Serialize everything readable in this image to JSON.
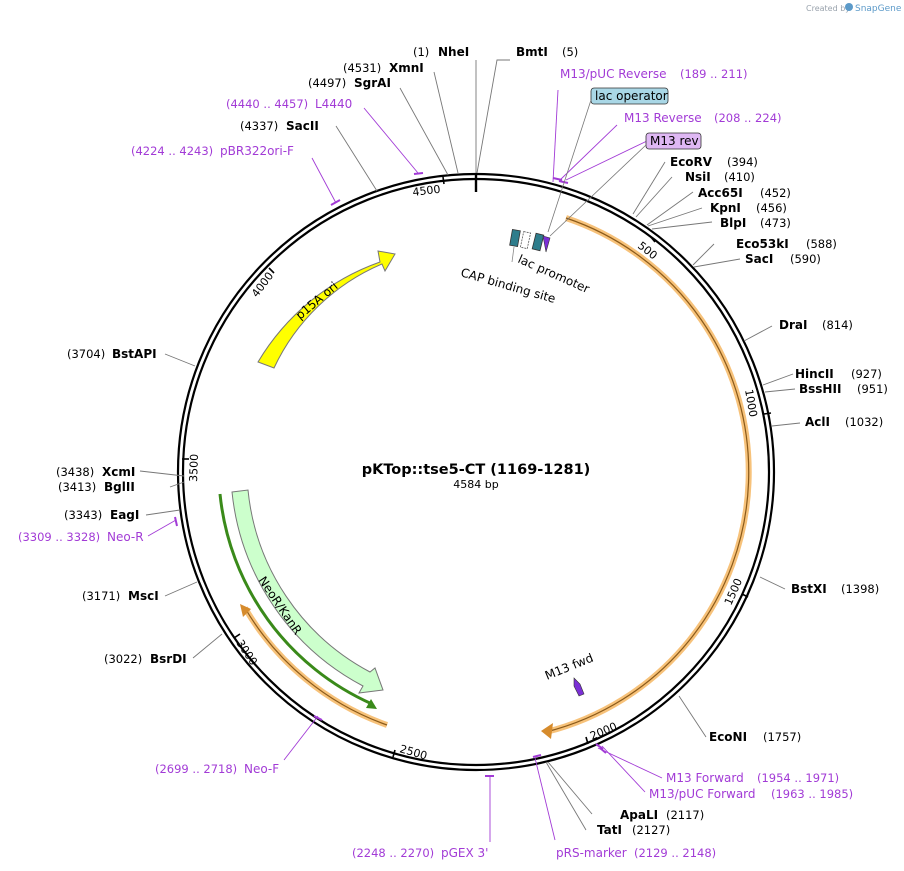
{
  "credit": {
    "prefix": "Created by",
    "brand": "SnapGene"
  },
  "plasmid": {
    "name": "pKTop::tse5-CT (1169-1281)",
    "size": "4584 bp"
  },
  "colors": {
    "primer": "#a23bd6",
    "backbone": "#000000",
    "orf": "#f7c27a",
    "p15A": "#ffff00",
    "neo": "#ccffcc"
  },
  "ring_ticks": [
    "500",
    "1000",
    "1500",
    "2000",
    "2500",
    "3000",
    "3500",
    "4000",
    "4500"
  ],
  "enzymes": [
    {
      "name": "NheI",
      "pos": "(1)"
    },
    {
      "name": "BmtI",
      "pos": "(5)"
    },
    {
      "name": "XmnI",
      "pos": "(4531)"
    },
    {
      "name": "SgrAI",
      "pos": "(4497)"
    },
    {
      "name": "SacII",
      "pos": "(4337)"
    },
    {
      "name": "EcoRV",
      "pos": "(394)"
    },
    {
      "name": "NsiI",
      "pos": "(410)"
    },
    {
      "name": "Acc65I",
      "pos": "(452)"
    },
    {
      "name": "KpnI",
      "pos": "(456)"
    },
    {
      "name": "BlpI",
      "pos": "(473)"
    },
    {
      "name": "Eco53kI",
      "pos": "(588)"
    },
    {
      "name": "SacI",
      "pos": "(590)"
    },
    {
      "name": "DraI",
      "pos": "(814)"
    },
    {
      "name": "HincII",
      "pos": "(927)"
    },
    {
      "name": "BssHII",
      "pos": "(951)"
    },
    {
      "name": "AclI",
      "pos": "(1032)"
    },
    {
      "name": "BstXI",
      "pos": "(1398)"
    },
    {
      "name": "EcoNI",
      "pos": "(1757)"
    },
    {
      "name": "ApaLI",
      "pos": "(2117)"
    },
    {
      "name": "TatI",
      "pos": "(2127)"
    },
    {
      "name": "BstAPI",
      "pos": "(3704)"
    },
    {
      "name": "XcmI",
      "pos": "(3438)"
    },
    {
      "name": "BglII",
      "pos": "(3413)"
    },
    {
      "name": "EagI",
      "pos": "(3343)"
    },
    {
      "name": "MscI",
      "pos": "(3171)"
    },
    {
      "name": "BsrDI",
      "pos": "(3022)"
    }
  ],
  "primers": [
    {
      "name": "M13/pUC Reverse",
      "range": "(189 .. 211)"
    },
    {
      "name": "M13 Reverse",
      "range": "(208 .. 224)"
    },
    {
      "name": "L4440",
      "range": "(4440 .. 4457)"
    },
    {
      "name": "pBR322ori-F",
      "range": "(4224 .. 4243)"
    },
    {
      "name": "Neo-R",
      "range": "(3309 .. 3328)"
    },
    {
      "name": "Neo-F",
      "range": "(2699 .. 2718)"
    },
    {
      "name": "pGEX 3'",
      "range": "(2248 .. 2270)"
    },
    {
      "name": "pRS-marker",
      "range": "(2129 .. 2148)"
    },
    {
      "name": "M13 Forward",
      "range": "(1954 .. 1971)"
    },
    {
      "name": "M13/pUC Forward",
      "range": "(1963 .. 1985)"
    }
  ],
  "features": {
    "lac_operator": "lac operator",
    "m13_rev": "M13 rev",
    "lac_promoter": "lac promoter",
    "cap_site": "CAP binding site",
    "p15a_ori": "p15A ori",
    "neo": "NeoR/KanR",
    "m13_fwd": "M13 fwd"
  }
}
